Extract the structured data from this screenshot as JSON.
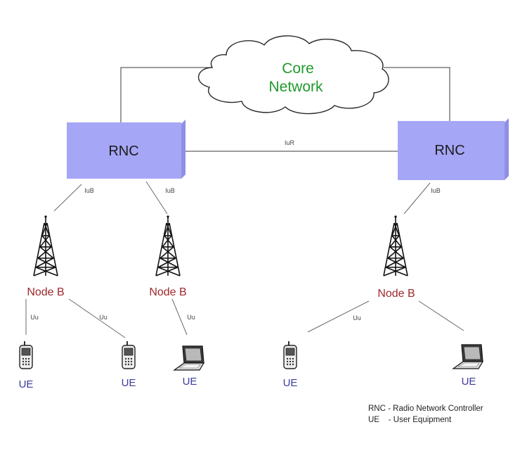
{
  "core": {
    "line1": "Core",
    "line2": "Network"
  },
  "rnc_left": {
    "label": "RNC"
  },
  "rnc_right": {
    "label": "RNC"
  },
  "links": {
    "iur": "IuR",
    "iub_1": "IuB",
    "iub_2": "IuB",
    "iub_3": "IuB",
    "uu_1": "Uu",
    "uu_2": "Uu",
    "uu_3": "Uu",
    "uu_4": "Uu"
  },
  "nodes": {
    "node_1": "Node B",
    "node_2": "Node B",
    "node_3": "Node B"
  },
  "ues": {
    "ue_1": "UE",
    "ue_2": "UE",
    "ue_3": "UE",
    "ue_4": "UE",
    "ue_5": "UE"
  },
  "legend": {
    "rnc": "RNC - Radio Network Controller",
    "ue": "UE    - User Equipment"
  },
  "colors": {
    "core_text": "#1f9a2c",
    "rnc_fill": "#a6a6f7",
    "node_text": "#a0282c",
    "ue_text": "#3c3ca0"
  }
}
